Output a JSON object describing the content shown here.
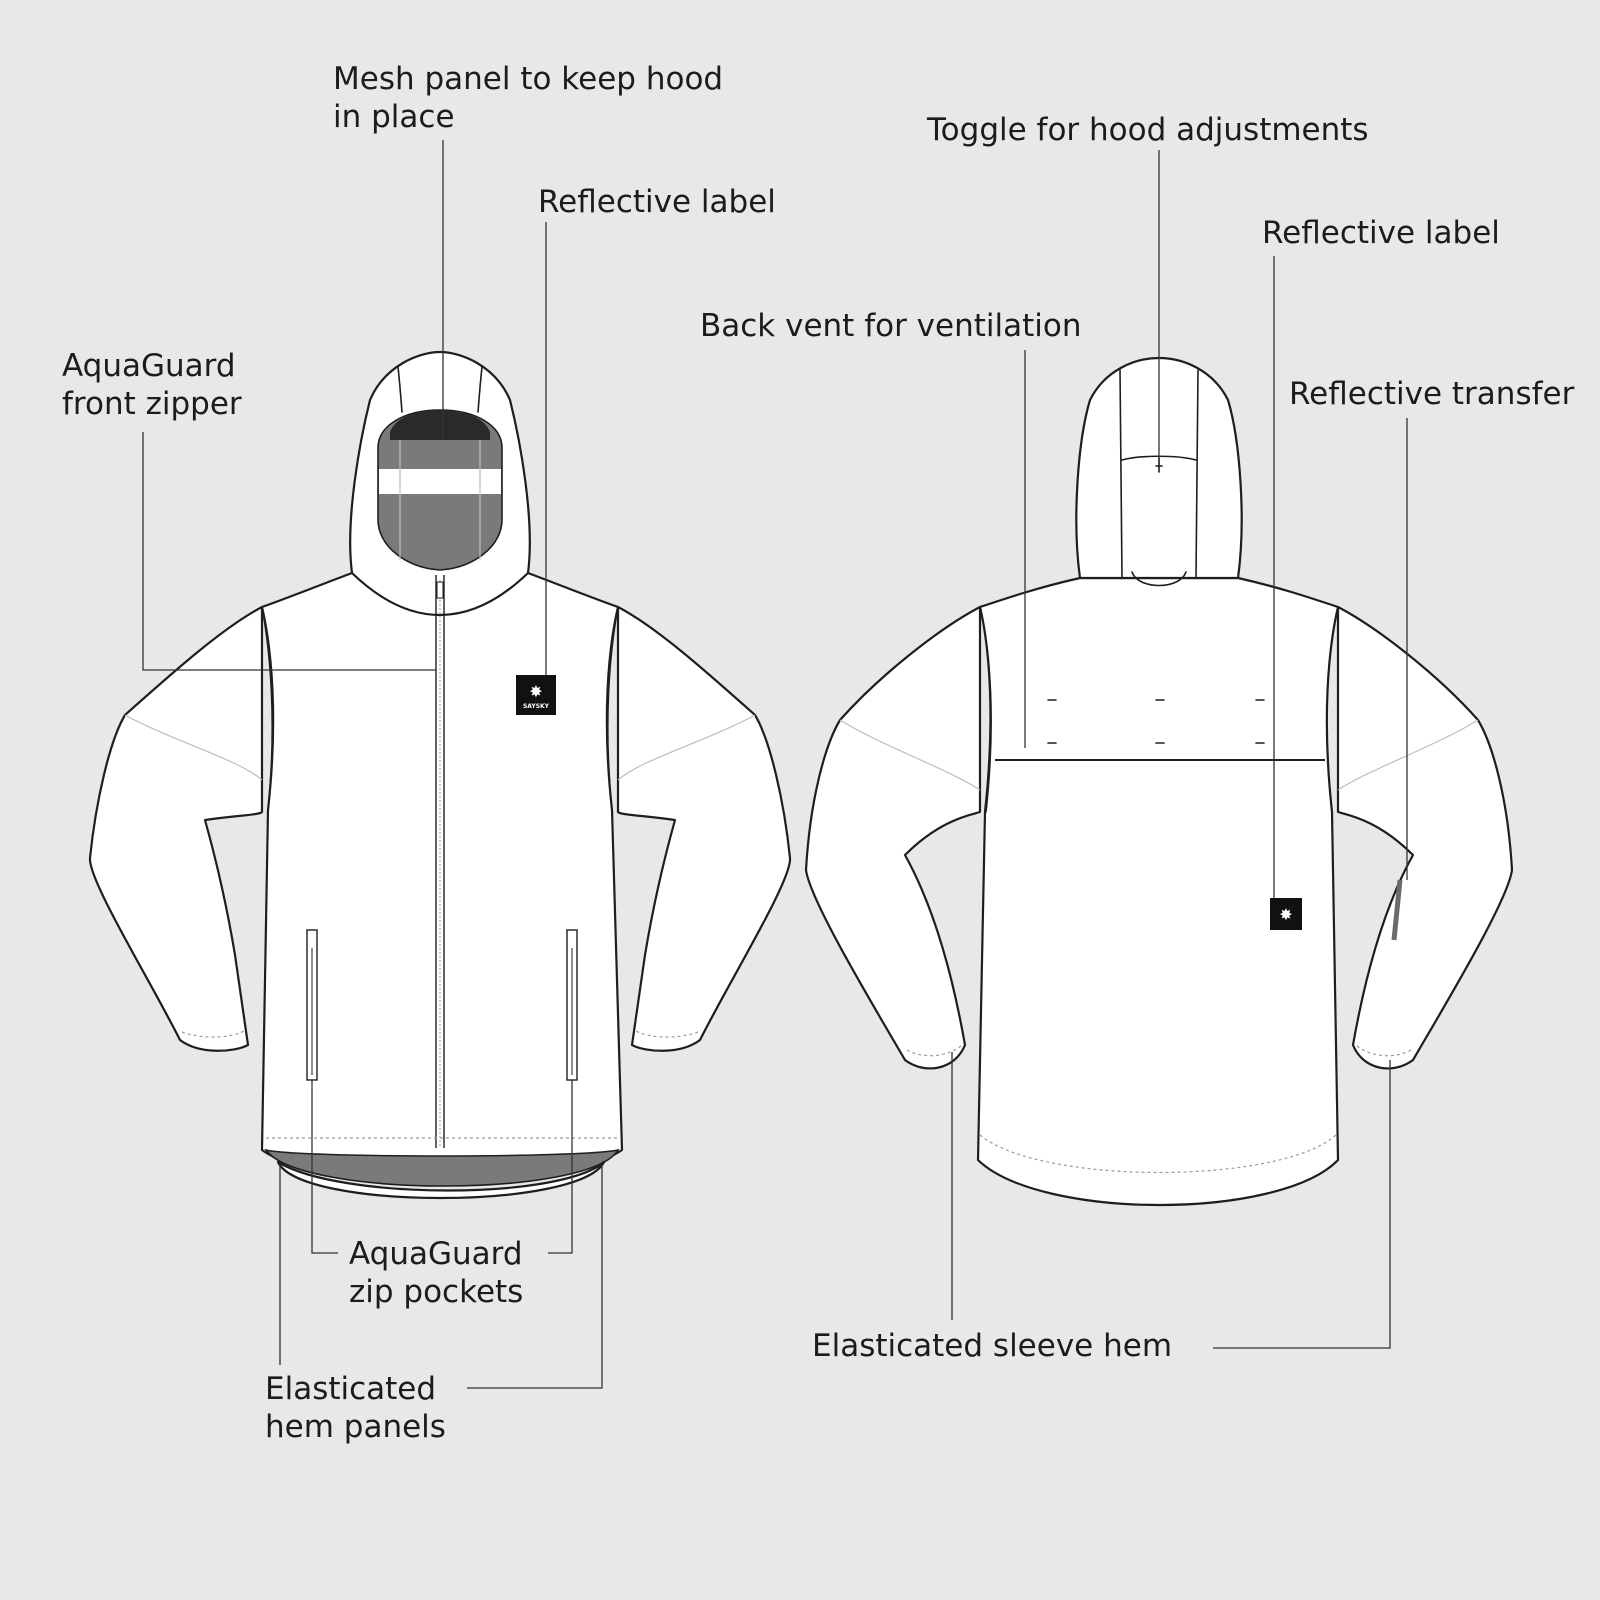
{
  "callouts": {
    "mesh_panel": [
      "Mesh panel to keep hood",
      "in place"
    ],
    "reflective_label_front": "Reflective label",
    "front_zipper": [
      "AquaGuard",
      "front zipper"
    ],
    "zip_pockets": [
      "AquaGuard",
      "zip pockets"
    ],
    "hem_panels": [
      "Elasticated",
      "hem panels"
    ],
    "toggle_hood": "Toggle for hood adjustments",
    "reflective_label_back": "Reflective label",
    "back_vent": "Back vent for ventilation",
    "reflective_transfer": "Reflective transfer",
    "sleeve_hem": "Elasticated sleeve hem"
  },
  "brand_label_text": "SAYSKY",
  "colors": {
    "background": "#e8e8e8",
    "jacket_fill": "#ffffff",
    "outline": "#1e1e1e",
    "hood_lining": "#7a7a7a",
    "mesh": "#2a2a2a",
    "label": "#111111"
  }
}
